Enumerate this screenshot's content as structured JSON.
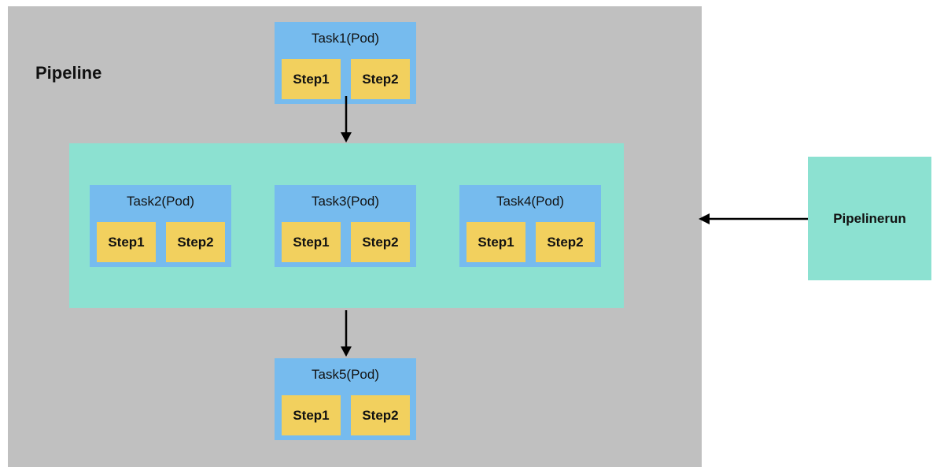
{
  "pipeline": {
    "title": "Pipeline",
    "tasks": {
      "task1": {
        "label": "Task1(Pod)",
        "steps": [
          "Step1",
          "Step2"
        ]
      },
      "task2": {
        "label": "Task2(Pod)",
        "steps": [
          "Step1",
          "Step2"
        ]
      },
      "task3": {
        "label": "Task3(Pod)",
        "steps": [
          "Step1",
          "Step2"
        ]
      },
      "task4": {
        "label": "Task4(Pod)",
        "steps": [
          "Step1",
          "Step2"
        ]
      },
      "task5": {
        "label": "Task5(Pod)",
        "steps": [
          "Step1",
          "Step2"
        ]
      }
    }
  },
  "pipelinerun": {
    "label": "Pipelinerun"
  },
  "colors": {
    "pipeline_bg": "#c0c0c0",
    "group_bg": "#8ce1d1",
    "task_bg": "#76bbee",
    "step_bg": "#f2d05e",
    "arrow": "#000000"
  }
}
